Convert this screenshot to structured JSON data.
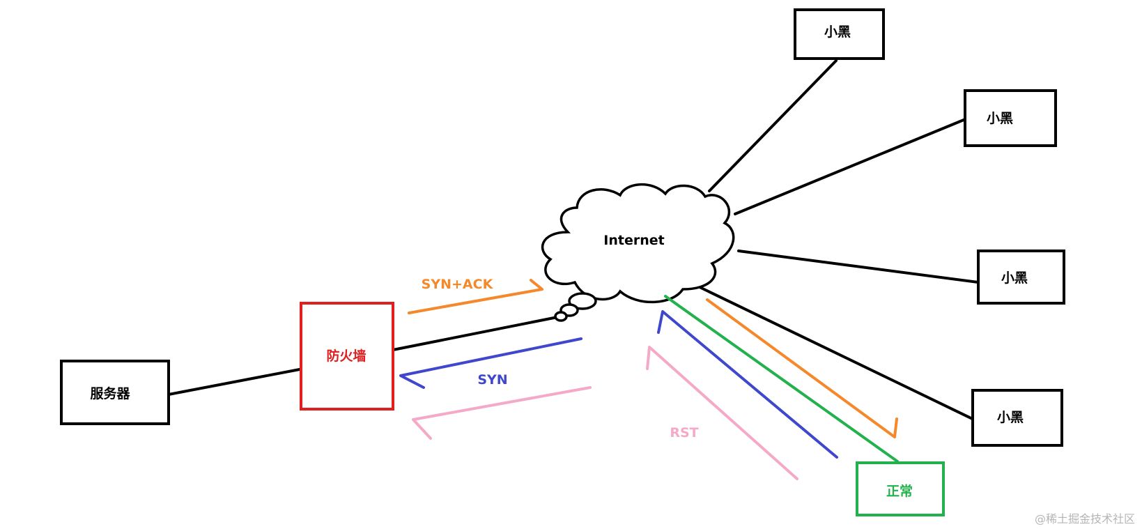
{
  "nodes": {
    "server": "服务器",
    "firewall": "防火墙",
    "internet": "Internet",
    "attacker": "小黑",
    "normal": "正常"
  },
  "flows": {
    "syn_ack": "SYN+ACK",
    "syn": "SYN",
    "rst": "RST"
  },
  "colors": {
    "black": "#000000",
    "firewall": "#e02020",
    "normal": "#22b14c",
    "syn_ack": "#f5882a",
    "syn": "#3f48cc",
    "rst": "#f5a9c8"
  },
  "watermark": "@稀土掘金技术社区"
}
